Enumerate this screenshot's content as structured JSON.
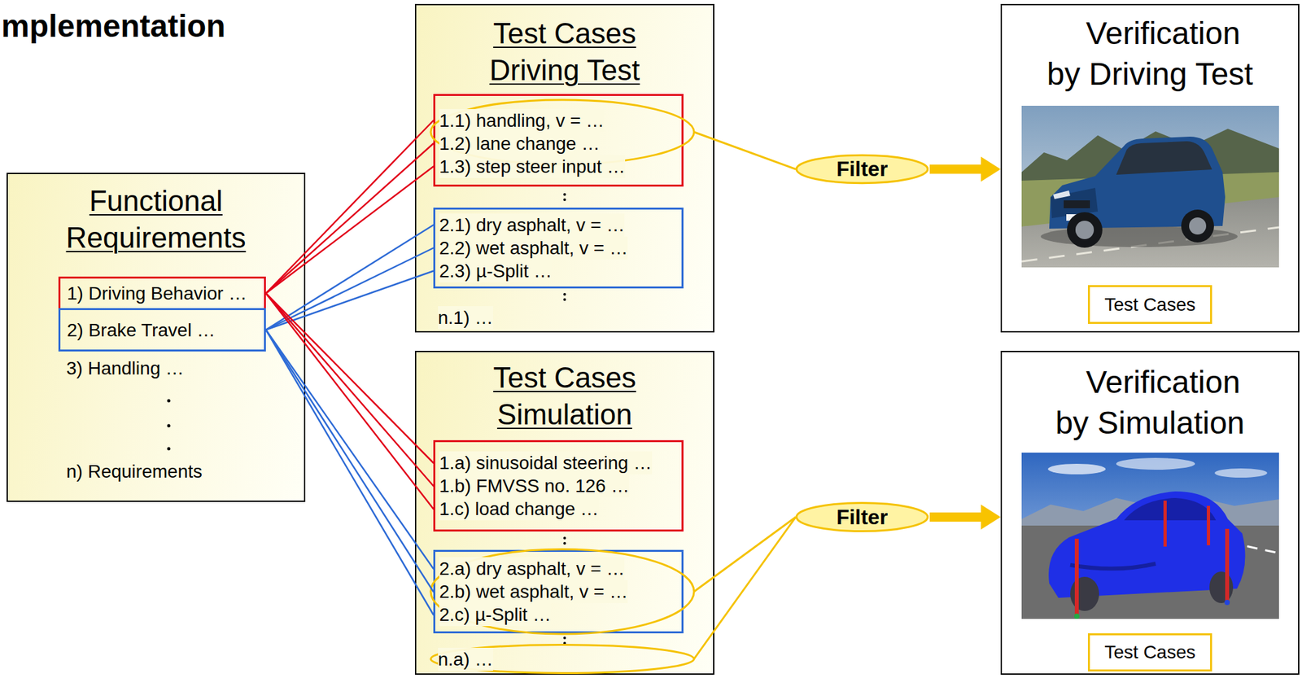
{
  "diagram": {
    "title": "mplementation",
    "nodes": [
      {
        "text": [
          "Functional Requirements",
          "3) Handling …",
          "n) Requirements"
        ]
      },
      {
        "text": [
          "1) Driving Behavior …"
        ],
        "in": 0
      },
      {
        "text": [
          "2) Brake Travel …"
        ],
        "in": 0
      },
      {
        "text": [
          "Test Cases Driving Test",
          "n.1) …"
        ]
      },
      {
        "text": [
          "1.1) handling, v = …",
          "1.2) lane change …",
          "1.3) step steer input …"
        ],
        "in": 3
      },
      {
        "text": [
          "2.1) dry asphalt, v = …",
          "2.2) wet asphalt, v = …",
          "2.3) µ-Split …"
        ],
        "in": 3
      },
      {
        "text": [
          "Test Cases Simulation",
          "n.a) …"
        ]
      },
      {
        "text": [
          "1.a) sinusoidal steering …",
          "1.b) FMVSS no. 126 …",
          "1.c) load change …"
        ],
        "in": 6
      },
      {
        "text": [
          "2.a) dry asphalt, v = …",
          "2.b) wet asphalt, v = …",
          "2.c) µ-Split …"
        ],
        "in": 6
      },
      {
        "text": [
          "Filter"
        ]
      },
      {
        "text": [
          "Filter"
        ]
      },
      {
        "text": [
          "Verification by Driving Test"
        ]
      },
      {
        "text": [
          "Test Cases"
        ],
        "in": 11
      },
      {
        "text": [
          "Verification by Simulation"
        ]
      },
      {
        "text": [
          "Test Cases"
        ],
        "in": 13
      }
    ],
    "edges": [
      {
        "from": 1,
        "to": 4,
        "arrow": "none"
      },
      {
        "from": 1,
        "to": 4,
        "arrow": "none"
      },
      {
        "from": 1,
        "to": 4,
        "arrow": "none"
      },
      {
        "from": 2,
        "to": 5,
        "arrow": "none"
      },
      {
        "from": 2,
        "to": 5,
        "arrow": "none"
      },
      {
        "from": 2,
        "to": 5,
        "arrow": "none"
      },
      {
        "from": 1,
        "to": 7,
        "arrow": "none"
      },
      {
        "from": 1,
        "to": 7,
        "arrow": "none"
      },
      {
        "from": 1,
        "to": 7,
        "arrow": "none"
      },
      {
        "from": 2,
        "to": 8,
        "arrow": "none"
      },
      {
        "from": 2,
        "to": 8,
        "arrow": "none"
      },
      {
        "from": 2,
        "to": 8,
        "arrow": "none"
      },
      {
        "from": 9,
        "to": 11,
        "arrow": "to"
      },
      {
        "from": 10,
        "to": 13,
        "arrow": "to"
      }
    ]
  }
}
